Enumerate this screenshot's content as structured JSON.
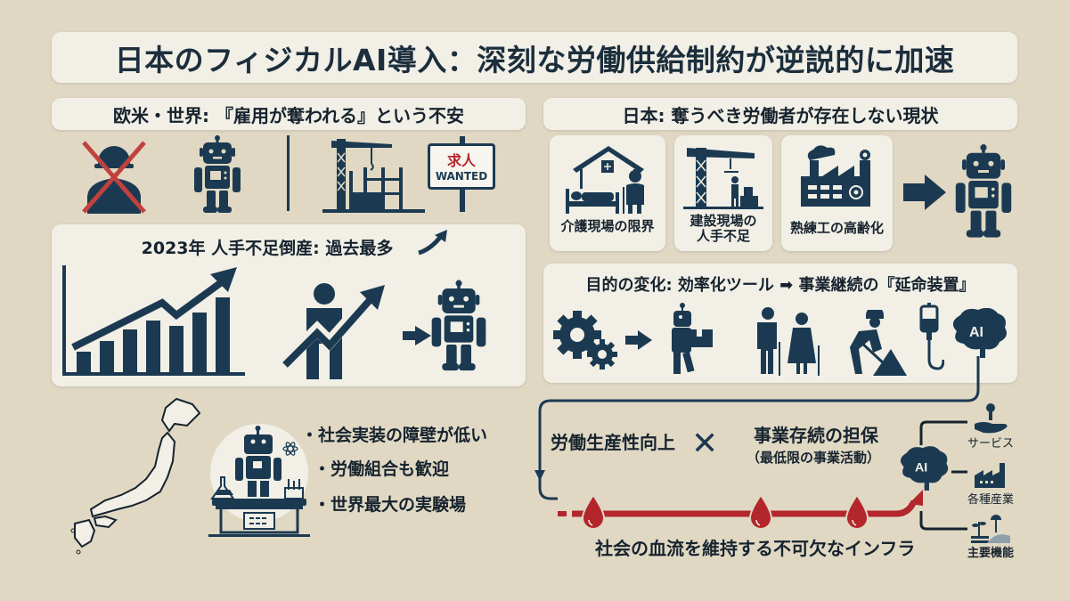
{
  "title": "日本のフィジカルAI導入：深刻な労働供給制約が逆説的に加速",
  "colors": {
    "background": "#e0d8c3",
    "panel": "#f1efe6",
    "navy": "#1b3a52",
    "text": "#16232e",
    "accent_red": "#b3262b"
  },
  "west": {
    "heading": "欧米・世界: 『雇用が奪われる』という不安",
    "icons": [
      "crossed-out-worker-icon",
      "robot-icon",
      "crane-construction-icon",
      "wanted-sign-icon"
    ],
    "sign": {
      "kanji": "求人",
      "english": "WANTED"
    }
  },
  "bankruptcy": {
    "heading": "2023年 人手不足倒産: 過去最多",
    "icons": [
      "rising-arrow-icon",
      "bar-chart-icon",
      "person-with-arrow-icon",
      "arrow-right-icon",
      "robot-icon"
    ]
  },
  "japan_lab": {
    "icons": [
      "japan-map-icon",
      "robot-lab-icon"
    ],
    "bullets": [
      "社会実装の障壁が低い",
      "労働組合も歓迎",
      "世界最大の実験場"
    ]
  },
  "japan": {
    "heading": "日本: 奪うべき労働者が存在しない現状",
    "cards": [
      {
        "icon": "nursing-care-icon",
        "label_line1": "介護現場の限界",
        "label_line2": ""
      },
      {
        "icon": "construction-site-icon",
        "label_line1": "建設現場の",
        "label_line2": "人手不足"
      },
      {
        "icon": "factory-icon",
        "label_line1": "熟練工の高齢化",
        "label_line2": ""
      }
    ],
    "result_icons": [
      "arrow-right-icon",
      "robot-icon"
    ]
  },
  "purpose": {
    "heading": "目的の変化: 効率化ツール ➡ 事業継続の『延命装置』",
    "icons": [
      "gears-icon",
      "arrow-right-icon",
      "robot-carrying-box-icon",
      "elderly-couple-icon",
      "worker-shoveling-icon",
      "iv-drip-icon",
      "ai-brain-icon"
    ]
  },
  "infra": {
    "left_text": "労働生産性向上",
    "cross": "✕",
    "right_text": "事業存続の担保",
    "right_sub": "（最低限の事業活動）",
    "bottom_text": "社会の血流を維持する不可欠なインフラ",
    "ai_label": "AI",
    "outputs": [
      {
        "icon": "service-hand-icon",
        "label": "サービス"
      },
      {
        "icon": "industry-factory-icon",
        "label": "各種産業"
      },
      {
        "icon": "agriculture-icon",
        "label": "主要機能"
      }
    ]
  }
}
